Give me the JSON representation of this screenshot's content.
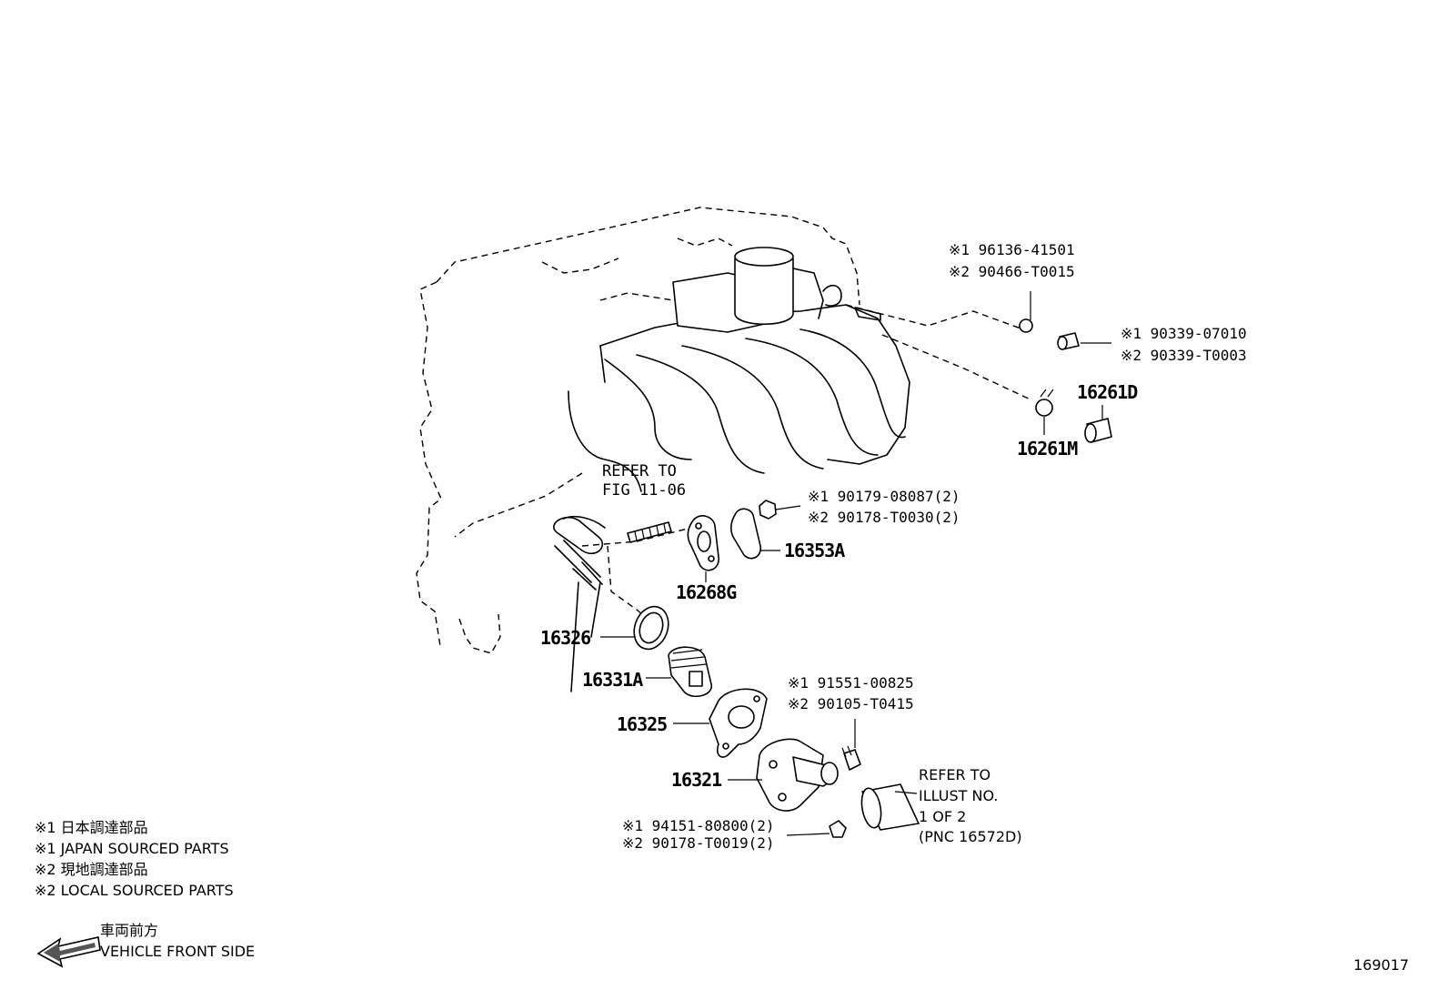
{
  "figure_number": "169017",
  "legend": {
    "line1": "※1 日本調達部品",
    "line2": "※1 JAPAN SOURCED PARTS",
    "line3": "※2 現地調達部品",
    "line4": "※2 LOCAL SOURCED PARTS"
  },
  "direction": {
    "jp": "車両前方",
    "en": "VEHICLE FRONT SIDE"
  },
  "refer_fig": {
    "line1": "REFER TO",
    "line2": "FIG 11-06"
  },
  "refer_illust": {
    "line1": "REFER TO",
    "line2": "ILLUST NO.",
    "line3": "1 OF 2",
    "line4": "(PNC 16572D)"
  },
  "parts": {
    "p16261D": "16261D",
    "p16261M": "16261M",
    "p16353A": "16353A",
    "p16268G": "16268G",
    "p16326": "16326",
    "p16331A": "16331A",
    "p16325": "16325",
    "p16321": "16321"
  },
  "part_numbers": {
    "a1": "※1 96136-41501",
    "a2": "※2 90466-T0015",
    "b1": "※1 90339-07010",
    "b2": "※2 90339-T0003",
    "c1": "※1 90179-08087(2)",
    "c2": "※2 90178-T0030(2)",
    "d1": "※1 91551-00825",
    "d2": "※2 90105-T0415",
    "e1": "※1 94151-80800(2)",
    "e2": "※2 90178-T0019(2)"
  }
}
